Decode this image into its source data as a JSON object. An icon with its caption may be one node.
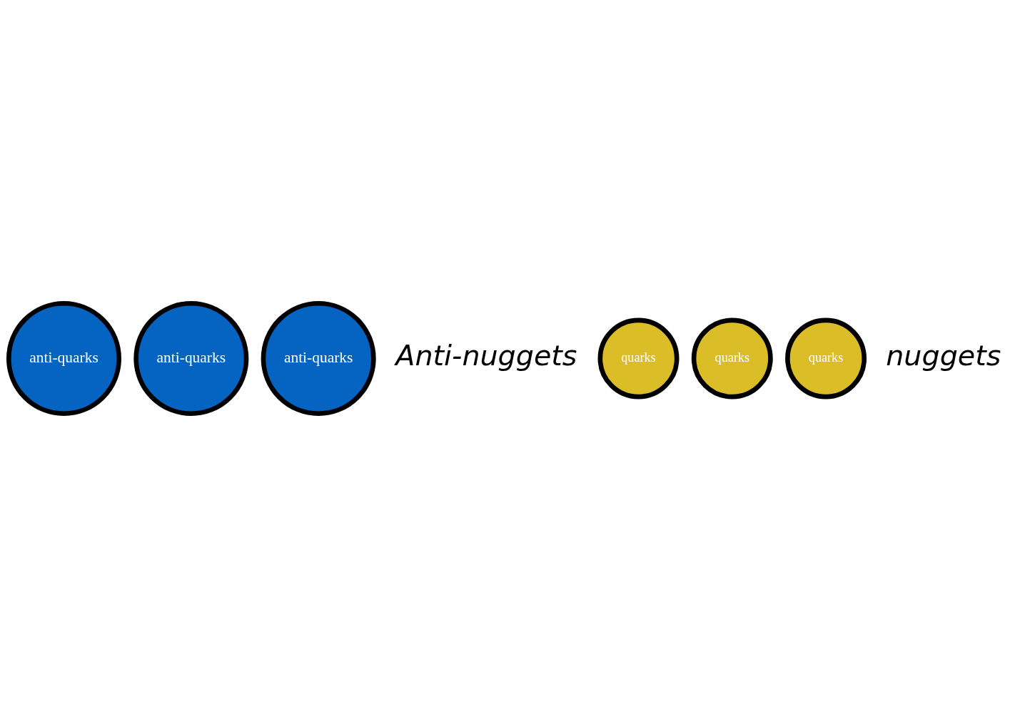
{
  "diagram": {
    "nodes": [
      {
        "text": [
          "anti-quarks"
        ]
      },
      {
        "text": [
          "anti-quarks"
        ]
      },
      {
        "text": [
          "anti-quarks"
        ]
      },
      {
        "text": [
          "quarks"
        ]
      },
      {
        "text": [
          "quarks"
        ]
      },
      {
        "text": [
          "quarks"
        ]
      }
    ],
    "labels": [
      "Anti-nuggets",
      "nuggets"
    ]
  }
}
